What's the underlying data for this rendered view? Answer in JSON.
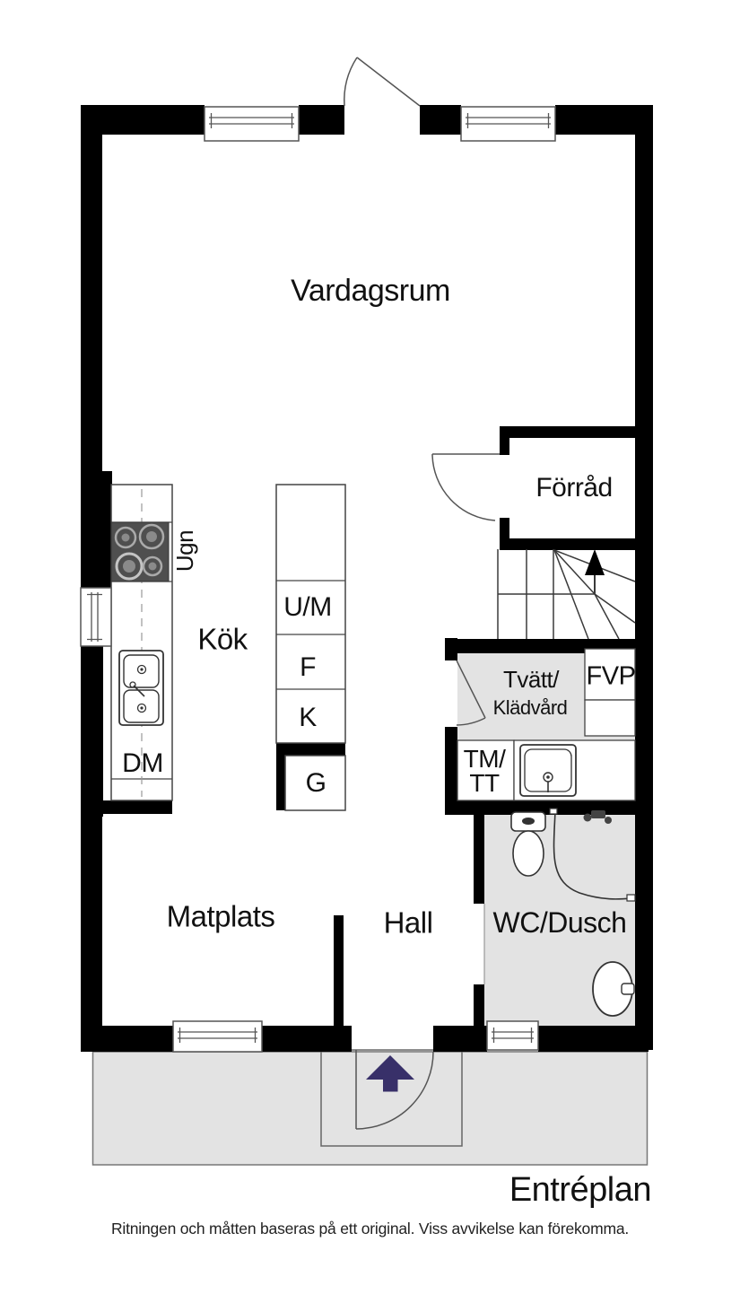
{
  "plan": {
    "title": "Entréplan",
    "disclaimer": "Ritningen och måtten baseras på ett original. Viss avvikelse kan förekomma.",
    "rooms": {
      "vardagsrum": "Vardagsrum",
      "forrad": "Förråd",
      "kok": "Kök",
      "matplats": "Matplats",
      "hall": "Hall",
      "wc_dusch": "WC/Dusch",
      "tvatt_line1": "Tvätt/",
      "tvatt_line2": "Klädvård"
    },
    "appliances": {
      "ugn": "Ugn",
      "um": "U/M",
      "f": "F",
      "k": "K",
      "g": "G",
      "dm": "DM",
      "fvp": "FVP",
      "tm_line1": "TM/",
      "tm_line2": "TT"
    },
    "colors": {
      "wall": "#000000",
      "line": "#444444",
      "room_fill": "#e3e3e3",
      "stove_fill": "#4f4f4f",
      "entry_arrow": "#383069",
      "stair_arrow": "#000000"
    }
  }
}
